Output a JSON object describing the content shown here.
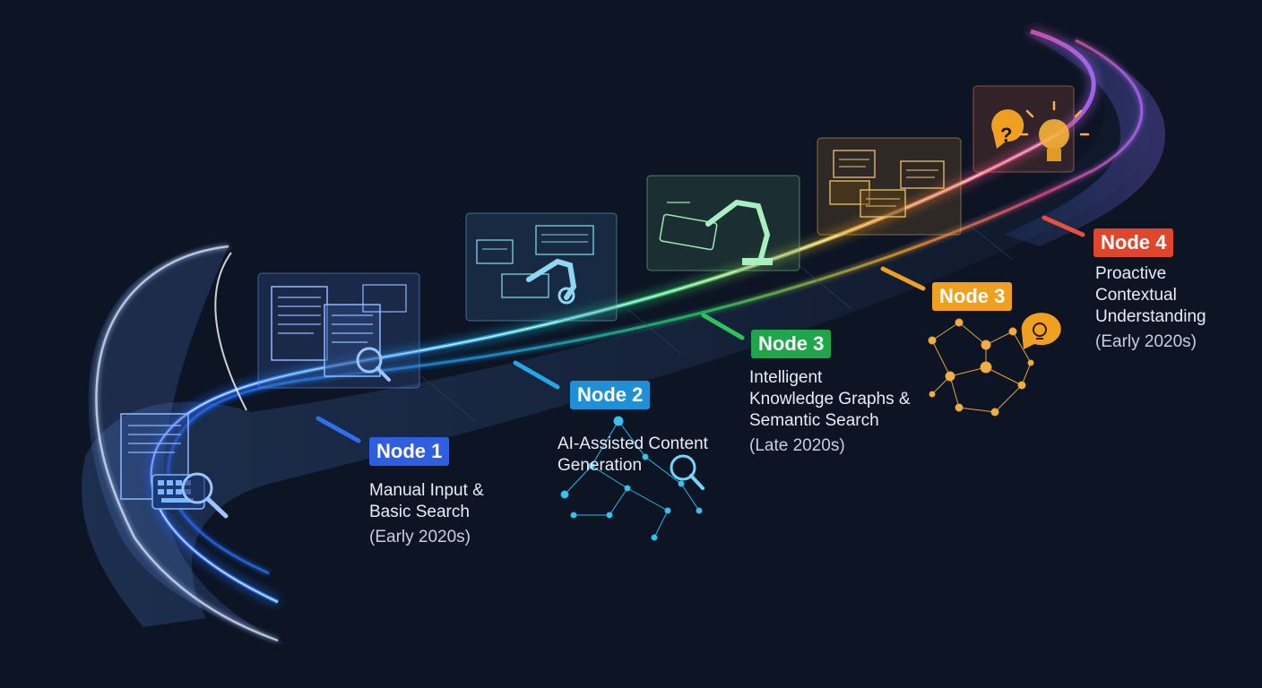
{
  "colors": {
    "background": "#0d1424",
    "node1": "#2f5fe0",
    "node2": "#1f8fd6",
    "node3_green": "#1fa64a",
    "node3_orange": "#f0a020",
    "node4": "#e0462c"
  },
  "stages": [
    {
      "badge": "Node 1",
      "lines": [
        "Manual Input &",
        "Basic Search"
      ],
      "era": "(Early 2020s)",
      "icons": [
        "document-icon",
        "keyboard-icon",
        "magnifier-icon"
      ]
    },
    {
      "badge": "Node 2",
      "lines": [
        "AI-Assisted Content",
        "Generation"
      ],
      "era": "",
      "icons": [
        "robot-arm-icon",
        "network-icon",
        "magnifier-icon"
      ]
    },
    {
      "badge": "Node 3",
      "lines": [
        "Intelligent",
        "Knowledge Graphs &",
        "Semantic Search"
      ],
      "era": "(Late 2020s)",
      "icons": [
        "robot-arm-icon",
        "tablet-icon"
      ]
    },
    {
      "badge": "Node 3",
      "lines": [],
      "era": "",
      "icons": [
        "knowledge-graph-icon",
        "lightbulb-bubble-icon"
      ]
    },
    {
      "badge": "Node 4",
      "lines": [
        "Proactive",
        "Contextual",
        "Understanding"
      ],
      "era": "(Early 2020s)",
      "icons": [
        "question-bubble-icon",
        "lightbulb-icon"
      ]
    }
  ]
}
